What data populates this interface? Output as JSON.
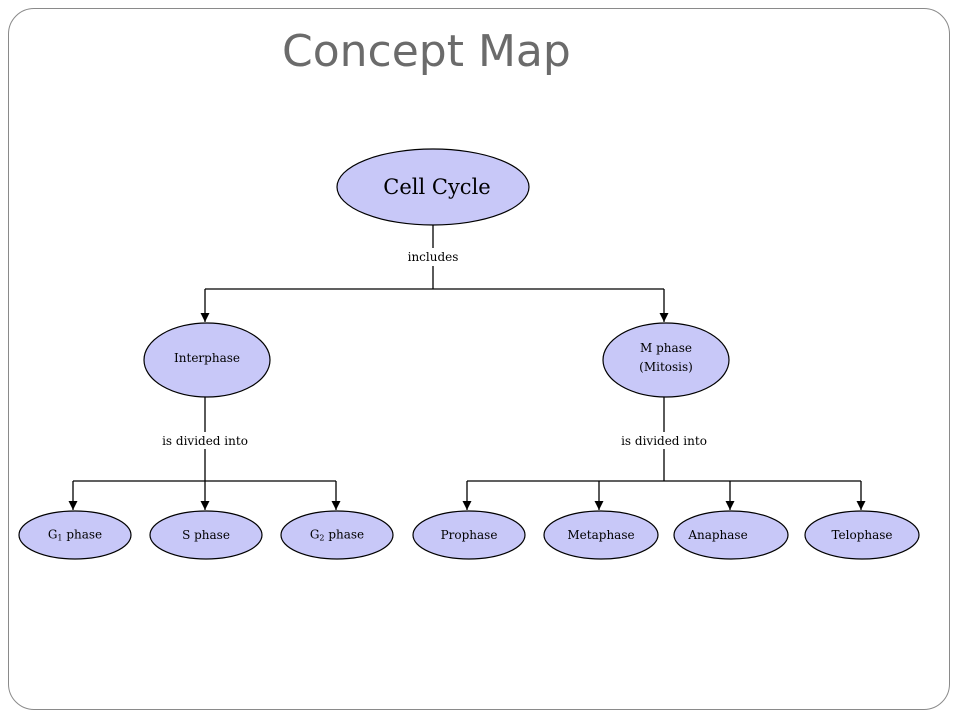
{
  "title": "Concept Map",
  "root": {
    "label": "Cell Cycle"
  },
  "links": {
    "root": "includes",
    "interphase": "is divided into",
    "mphase": "is divided into"
  },
  "interphase": {
    "label": "Interphase",
    "children": [
      {
        "prefix": "G",
        "sub": "1",
        "suffix": " phase"
      },
      {
        "prefix": "S phase",
        "sub": "",
        "suffix": ""
      },
      {
        "prefix": "G",
        "sub": "2",
        "suffix": " phase"
      }
    ]
  },
  "mphase": {
    "line1": "M phase",
    "line2": "(Mitosis)",
    "children": [
      {
        "label": "Prophase"
      },
      {
        "label": "Metaphase"
      },
      {
        "label": "Anaphase"
      },
      {
        "label": "Telophase"
      }
    ]
  },
  "colors": {
    "node_fill": "#c8c8f8",
    "title": "#6b6b6b",
    "border": "#8a8a8a"
  }
}
